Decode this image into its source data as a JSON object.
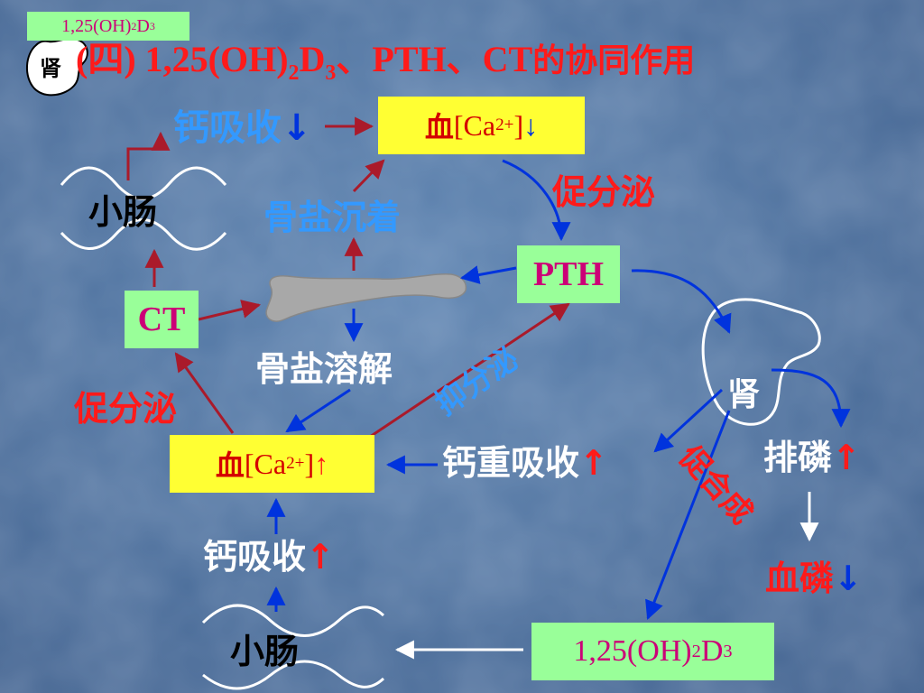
{
  "slide": {
    "colors": {
      "red_text": "#ff1a1a",
      "blue_text": "#3399ff",
      "yellow_box": "#ffff33",
      "green_box": "#99ff99",
      "arrow_red": "#aa1a2a",
      "arrow_blue": "#0033dd"
    },
    "corner_badge": {
      "base": "1,25(OH)",
      "sub": "2",
      "mid": "D",
      "sub2": "3"
    },
    "corner_kidney": "肾",
    "title": {
      "prefix": "(四) ",
      "hormone_base": "1,25(OH)",
      "sub1": "2",
      "d": "D",
      "sub2": "3",
      "suffix_latin": "、PTH、CT",
      "suffix_cn": "的协同作用"
    }
  },
  "nodes": {
    "ca_absorb_top": {
      "label": "钙吸收",
      "arrow": "↓"
    },
    "blood_ca_low": {
      "label_cn": "血",
      "label_latin": "[Ca",
      "sup": "2+",
      "close": "]",
      "arrow": "↓"
    },
    "promote_secretion_top": "促分泌",
    "bone_deposit": "骨盐沉着",
    "intestine_top": "小肠",
    "pth": "PTH",
    "ct": "CT",
    "bone_dissolve": "骨盐溶解",
    "kidney": "肾",
    "inhibit_secretion": "抑分泌",
    "promote_secretion_left": "促分泌",
    "blood_ca_high": {
      "label_cn": "血",
      "label_latin": "[Ca",
      "sup": "2+",
      "close": "]",
      "arrow": "↑"
    },
    "ca_reabsorb": {
      "label": "钙重吸收",
      "arrow": "↑"
    },
    "promote_synthesis": "促合成",
    "phosphate_excretion": {
      "label": "排磷",
      "arrow": "↑"
    },
    "blood_phosphate": {
      "label": "血磷",
      "arrow": "↓"
    },
    "ca_absorb_bottom": {
      "label": "钙吸收",
      "arrow": "↑"
    },
    "intestine_bottom": "小肠",
    "vitd": {
      "base": "1,25(OH)",
      "sub": "2",
      "d": "D",
      "sub2": "3"
    }
  }
}
